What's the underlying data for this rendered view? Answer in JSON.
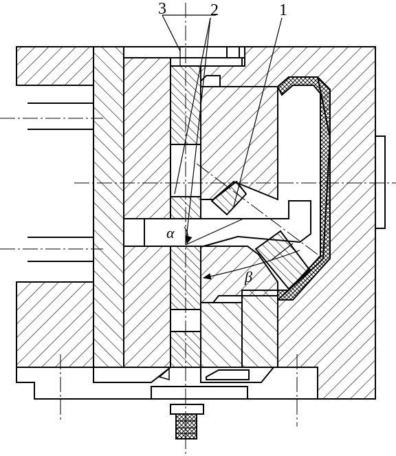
{
  "labels": {
    "part1": "1",
    "part2": "2",
    "part3": "3",
    "alpha": "α",
    "beta": "β"
  },
  "colors": {
    "ink": "#000000",
    "paper": "#ffffff"
  }
}
